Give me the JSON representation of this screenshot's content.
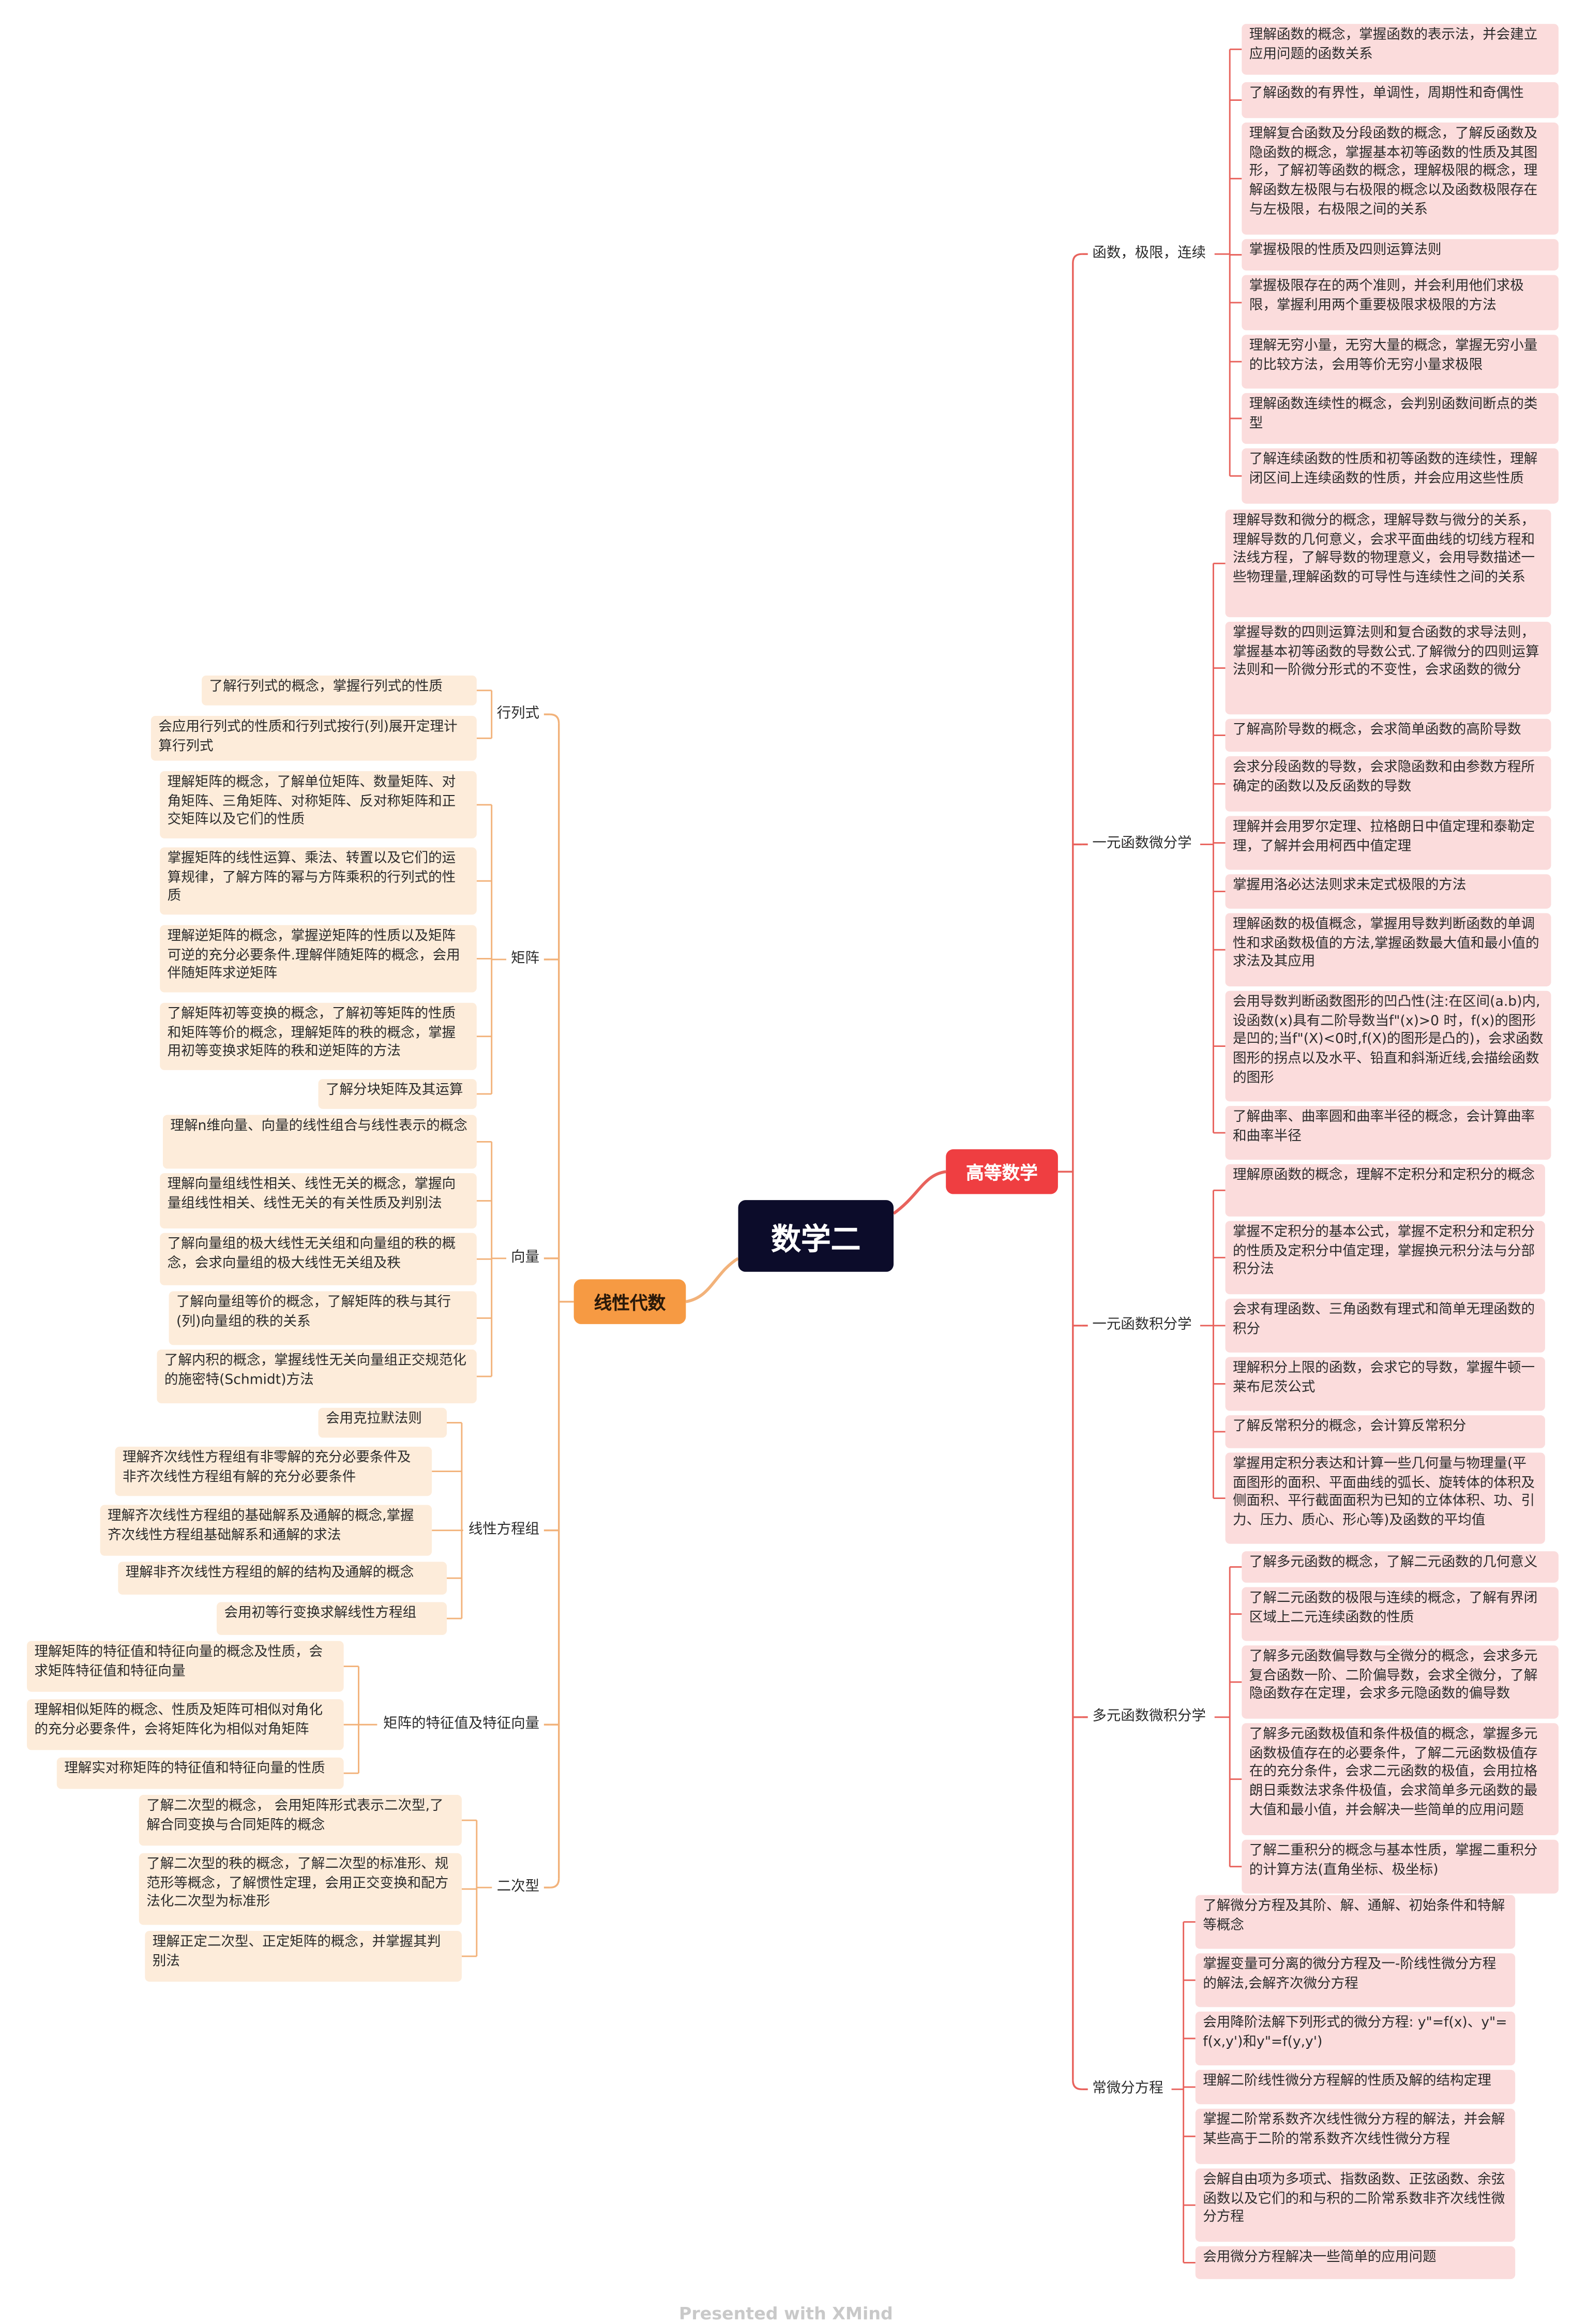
{
  "root": {
    "label": "数学二"
  },
  "footer": "Presented with XMind",
  "colors": {
    "right_wire": "#e8625c",
    "left_wire": "#f2b27a",
    "right_leaf": "#fbdcdc",
    "left_leaf": "#fdecda"
  },
  "right": {
    "label": "高等数学",
    "branches": [
      {
        "label": "函数，极限，连续",
        "leaves": [
          "理解函数的概念，掌握函数的表示法，并会建立应用问题的函数关系",
          "了解函数的有界性，单调性，周期性和奇偶性",
          "理解复合函数及分段函数的概念，了解反函数及隐函数的概念，掌握基本初等函数的性质及其图形，了解初等函数的概念，理解极限的概念，理解函数左极限与右极限的概念以及函数极限存在与左极限，右极限之间的关系",
          "掌握极限的性质及四则运算法则",
          "掌握极限存在的两个准则，并会利用他们求极限，掌握利用两个重要极限求极限的方法",
          "理解无穷小量，无穷大量的概念，掌握无穷小量的比较方法，会用等价无穷小量求极限",
          "理解函数连续性的概念，会判别函数间断点的类型",
          "了解连续函数的性质和初等函数的连续性，理解闭区间上连续函数的性质，并会应用这些性质"
        ]
      },
      {
        "label": "一元函数微分学",
        "leaves": [
          "理解导数和微分的概念，理解导数与微分的关系，理解导数的几何意义，会求平面曲线的切线方程和法线方程，了解导数的物理意义，会用导数描述一些物理量,理解函数的可导性与连续性之间的关系",
          "掌握导数的四则运算法则和复合函数的求导法则，掌握基本初等函数的导数公式.了解微分的四则运算法则和一阶微分形式的不变性，会求函数的微分",
          "了解高阶导数的概念，会求简单函数的高阶导数",
          "会求分段函数的导数，会求隐函数和由参数方程所确定的函数以及反函数的导数",
          "理解并会用罗尔定理、拉格朗日中值定理和泰勒定理，了解并会用柯西中值定理",
          "掌握用洛必达法则求未定式极限的方法",
          "理解函数的极值概念，掌握用导数判断函数的单调性和求函数极值的方法,掌握函数最大值和最小值的求法及其应用",
          "会用导数判断函数图形的凹凸性(注:在区间(a.b)内,设函数(x)具有二阶导数当f\"(x)>0 时，f(x)的图形是凹的;当f\"(X)<0时,f(X)的图形是凸的)，会求函数图形的拐点以及水平、铅直和斜渐近线,会描绘函数的图形",
          "了解曲率、曲率圆和曲率半径的概念，会计算曲率和曲率半径"
        ]
      },
      {
        "label": "一元函数积分学",
        "leaves": [
          "理解原函数的概念，理解不定积分和定积分的概念",
          "掌握不定积分的基本公式，掌握不定积分和定积分的性质及定积分中值定理，掌握换元积分法与分部积分法",
          "会求有理函数、三角函数有理式和简单无理函数的积分",
          "理解积分上限的函数，会求它的导数，掌握牛顿一莱布尼茨公式",
          "了解反常积分的概念，会计算反常积分",
          "掌握用定积分表达和计算一些几何量与物理量(平面图形的面积、平面曲线的弧长、旋转体的体积及侧面积、平行截面面积为已知的立体体积、功、引力、压力、质心、形心等)及函数的平均值"
        ]
      },
      {
        "label": "多元函数微积分学",
        "leaves": [
          "了解多元函数的概念，了解二元函数的几何意义",
          "了解二元函数的极限与连续的概念，了解有界闭区域上二元连续函数的性质",
          "了解多元函数偏导数与全微分的概念，会求多元复合函数一阶、二阶偏导数，会求全微分，了解隐函数存在定理，会求多元隐函数的偏导数",
          "了解多元函数极值和条件极值的概念，掌握多元函数极值存在的必要条件，了解二元函数极值存在的充分条件，会求二元函数的极值，会用拉格朗日乘数法求条件极值，会求简单多元函数的最大值和最小值，并会解决一些简单的应用问题",
          "了解二重积分的概念与基本性质，掌握二重积分的计算方法(直角坐标、极坐标)"
        ]
      },
      {
        "label": "常微分方程",
        "leaves": [
          "了解微分方程及其阶、解、通解、初始条件和特解等概念",
          "掌握变量可分离的微分方程及一-阶线性微分方程的解法,会解齐次微分方程",
          "会用降阶法解下列形式的微分方程: y\"=f(x)、y\"= f(x,y')和y\"=f(y,y')",
          "理解二阶线性微分方程解的性质及解的结构定理",
          "掌握二阶常系数齐次线性微分方程的解法，并会解某些高于二阶的常系数齐次线性微分方程",
          "会解自由项为多项式、指数函数、正弦函数、余弦函数以及它们的和与积的二阶常系数非齐次线性微分方程",
          "会用微分方程解决一些简单的应用问题"
        ]
      }
    ]
  },
  "left": {
    "label": "线性代数",
    "branches": [
      {
        "label": "行列式",
        "leaves": [
          "了解行列式的概念，掌握行列式的性质",
          "会应用行列式的性质和行列式按行(列)展开定理计算行列式"
        ]
      },
      {
        "label": "矩阵",
        "leaves": [
          "理解矩阵的概念，了解单位矩阵、数量矩阵、对角矩阵、三角矩阵、对称矩阵、反对称矩阵和正交矩阵以及它们的性质",
          "掌握矩阵的线性运算、乘法、转置以及它们的运算规律，了解方阵的幂与方阵乘积的行列式的性质",
          "理解逆矩阵的概念，掌握逆矩阵的性质以及矩阵可逆的充分必要条件.理解伴随矩阵的概念，会用伴随矩阵求逆矩阵",
          "了解矩阵初等变换的概念，了解初等矩阵的性质和矩阵等价的概念，理解矩阵的秩的概念，掌握用初等变换求矩阵的秩和逆矩阵的方法",
          "了解分块矩阵及其运算"
        ]
      },
      {
        "label": "向量",
        "leaves": [
          "理解n维向量、向量的线性组合与线性表示的概念",
          "理解向量组线性相关、线性无关的概念，掌握向量组线性相关、线性无关的有关性质及判别法",
          "了解向量组的极大线性无关组和向量组的秩的概念，会求向量组的极大线性无关组及秩",
          "了解向量组等价的概念，了解矩阵的秩与其行(列)向量组的秩的关系",
          "了解内积的概念，掌握线性无关向量组正交规范化的施密特(Schmidt)方法"
        ]
      },
      {
        "label": "线性方程组",
        "leaves": [
          "会用克拉默法则",
          "理解齐次线性方程组有非零解的充分必要条件及非齐次线性方程组有解的充分必要条件",
          "理解齐次线性方程组的基础解系及通解的概念,掌握齐次线性方程组基础解系和通解的求法",
          "理解非齐次线性方程组的解的结构及通解的概念",
          "会用初等行变换求解线性方程组"
        ]
      },
      {
        "label": "矩阵的特征值及特征向量",
        "leaves": [
          "理解矩阵的特征值和特征向量的概念及性质，会求矩阵特征值和特征向量",
          "理解相似矩阵的概念、性质及矩阵可相似对角化的充分必要条件，会将矩阵化为相似对角矩阵",
          "理解实对称矩阵的特征值和特征向量的性质"
        ]
      },
      {
        "label": "二次型",
        "leaves": [
          "了解二次型的概念， 会用矩阵形式表示二次型,了解合同变换与合同矩阵的概念",
          "了解二次型的秩的概念，了解二次型的标准形、规范形等概念，了解惯性定理，会用正交变换和配方法化二次型为标准形",
          "理解正定二次型、正定矩阵的概念，并掌握其判别法"
        ]
      }
    ]
  }
}
